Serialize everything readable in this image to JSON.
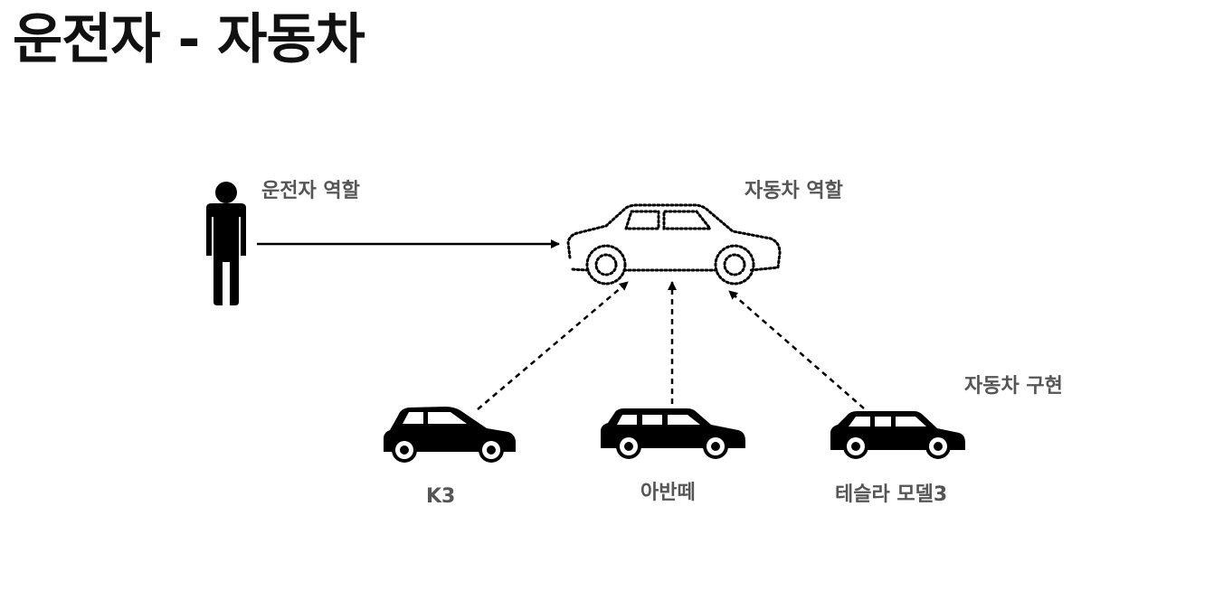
{
  "title": "운전자 - 자동차",
  "labels": {
    "driver_role": "운전자 역할",
    "car_role": "자동차 역할",
    "car_impl": "자동차 구현"
  },
  "cars": [
    {
      "name": "K3"
    },
    {
      "name": "아반떼"
    },
    {
      "name": "테슬라 모델3"
    }
  ],
  "colors": {
    "title": "#111111",
    "label": "#555555",
    "icon": "#000000"
  }
}
